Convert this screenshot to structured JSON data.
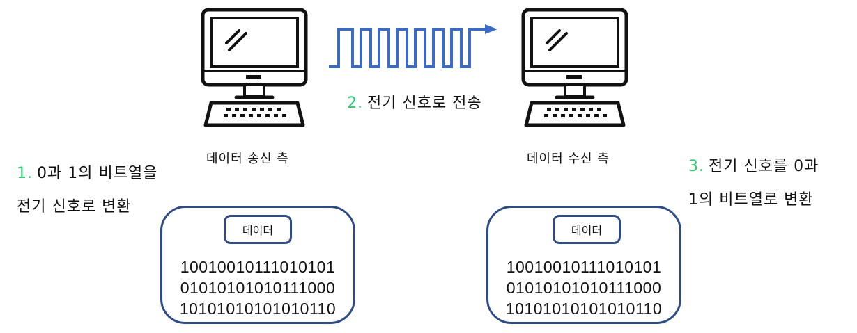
{
  "sender": {
    "label": "데이터 송신 측"
  },
  "receiver": {
    "label": "데이터 수신 측"
  },
  "signal": {
    "step": "2.",
    "text": "전기 신호로 전송",
    "color": "#3b6bc4"
  },
  "step1": {
    "num": "1.",
    "line1": "0과 1의 비트열을",
    "line2": "전기 신호로 변환"
  },
  "step3": {
    "num": "3.",
    "line1": "전기 신호를 0과",
    "line2": "1의 비트열로 변환"
  },
  "left_panel": {
    "chip": "데이터",
    "bits": [
      "10010010111010101",
      "01010101010111000",
      "10101010101010110"
    ]
  },
  "right_panel": {
    "chip": "데이터",
    "bits": [
      "10010010111010101",
      "01010101010111000",
      "10101010101010110"
    ]
  },
  "colors": {
    "accent_green": "#2ecc71",
    "panel_border": "#2f4b86",
    "signal_blue": "#3b6bc4"
  }
}
